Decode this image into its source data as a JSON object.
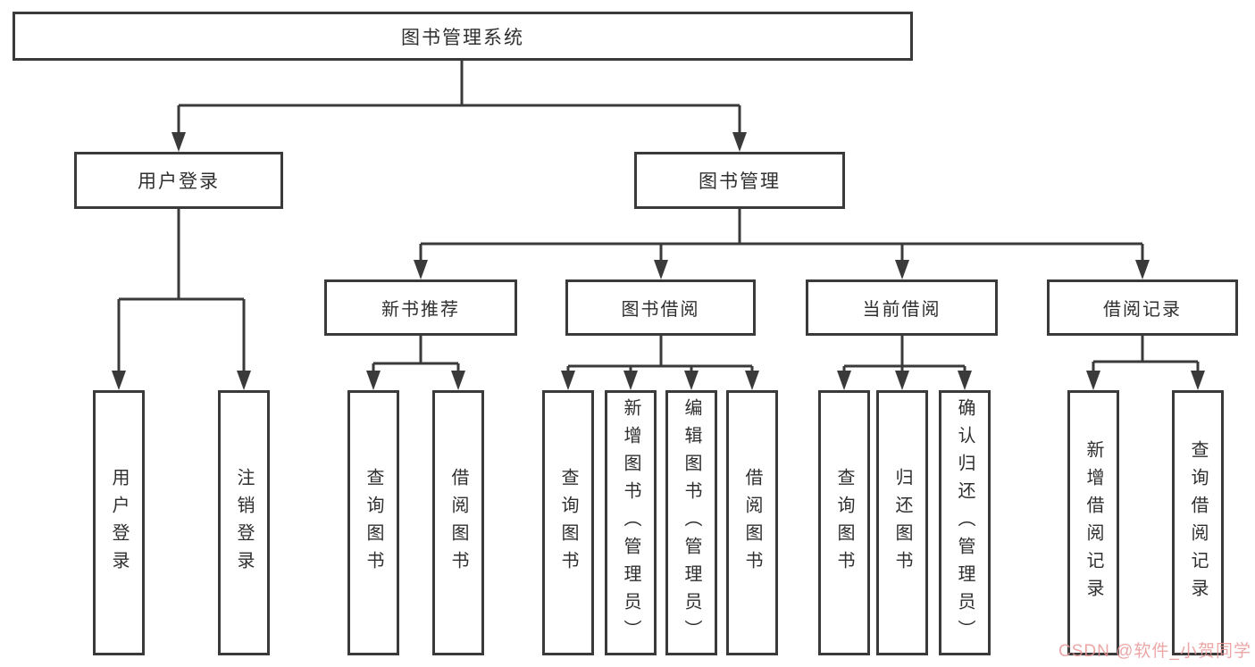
{
  "diagram": {
    "type": "tree",
    "root": {
      "label": "图书管理系统"
    },
    "level2": [
      {
        "label": "用户登录"
      },
      {
        "label": "图书管理"
      }
    ],
    "level3": [
      {
        "parent": "图书管理",
        "label": "新书推荐"
      },
      {
        "parent": "图书管理",
        "label": "图书借阅"
      },
      {
        "parent": "图书管理",
        "label": "当前借阅"
      },
      {
        "parent": "图书管理",
        "label": "借阅记录"
      }
    ],
    "leaves": [
      {
        "parent": "用户登录",
        "label": "用户登录"
      },
      {
        "parent": "用户登录",
        "label": "注销登录"
      },
      {
        "parent": "新书推荐",
        "label": "查询图书"
      },
      {
        "parent": "新书推荐",
        "label": "借阅图书"
      },
      {
        "parent": "图书借阅",
        "label": "查询图书"
      },
      {
        "parent": "图书借阅",
        "label": "新增图书（管理员）"
      },
      {
        "parent": "图书借阅",
        "label": "编辑图书（管理员）"
      },
      {
        "parent": "图书借阅",
        "label": "借阅图书"
      },
      {
        "parent": "当前借阅",
        "label": "查询图书"
      },
      {
        "parent": "当前借阅",
        "label": "归还图书"
      },
      {
        "parent": "当前借阅",
        "label": "确认归还（管理员）"
      },
      {
        "parent": "借阅记录",
        "label": "新增借阅记录"
      },
      {
        "parent": "借阅记录",
        "label": "查询借阅记录"
      }
    ]
  },
  "watermark": {
    "text": "CSDN @软件_小贺同学",
    "color": "#e99696"
  },
  "colors": {
    "line": "#3a3a3a",
    "box_border": "#3a3a3a",
    "box_fill": "#ffffff",
    "text": "#2f2f2f",
    "background": "#ffffff"
  }
}
